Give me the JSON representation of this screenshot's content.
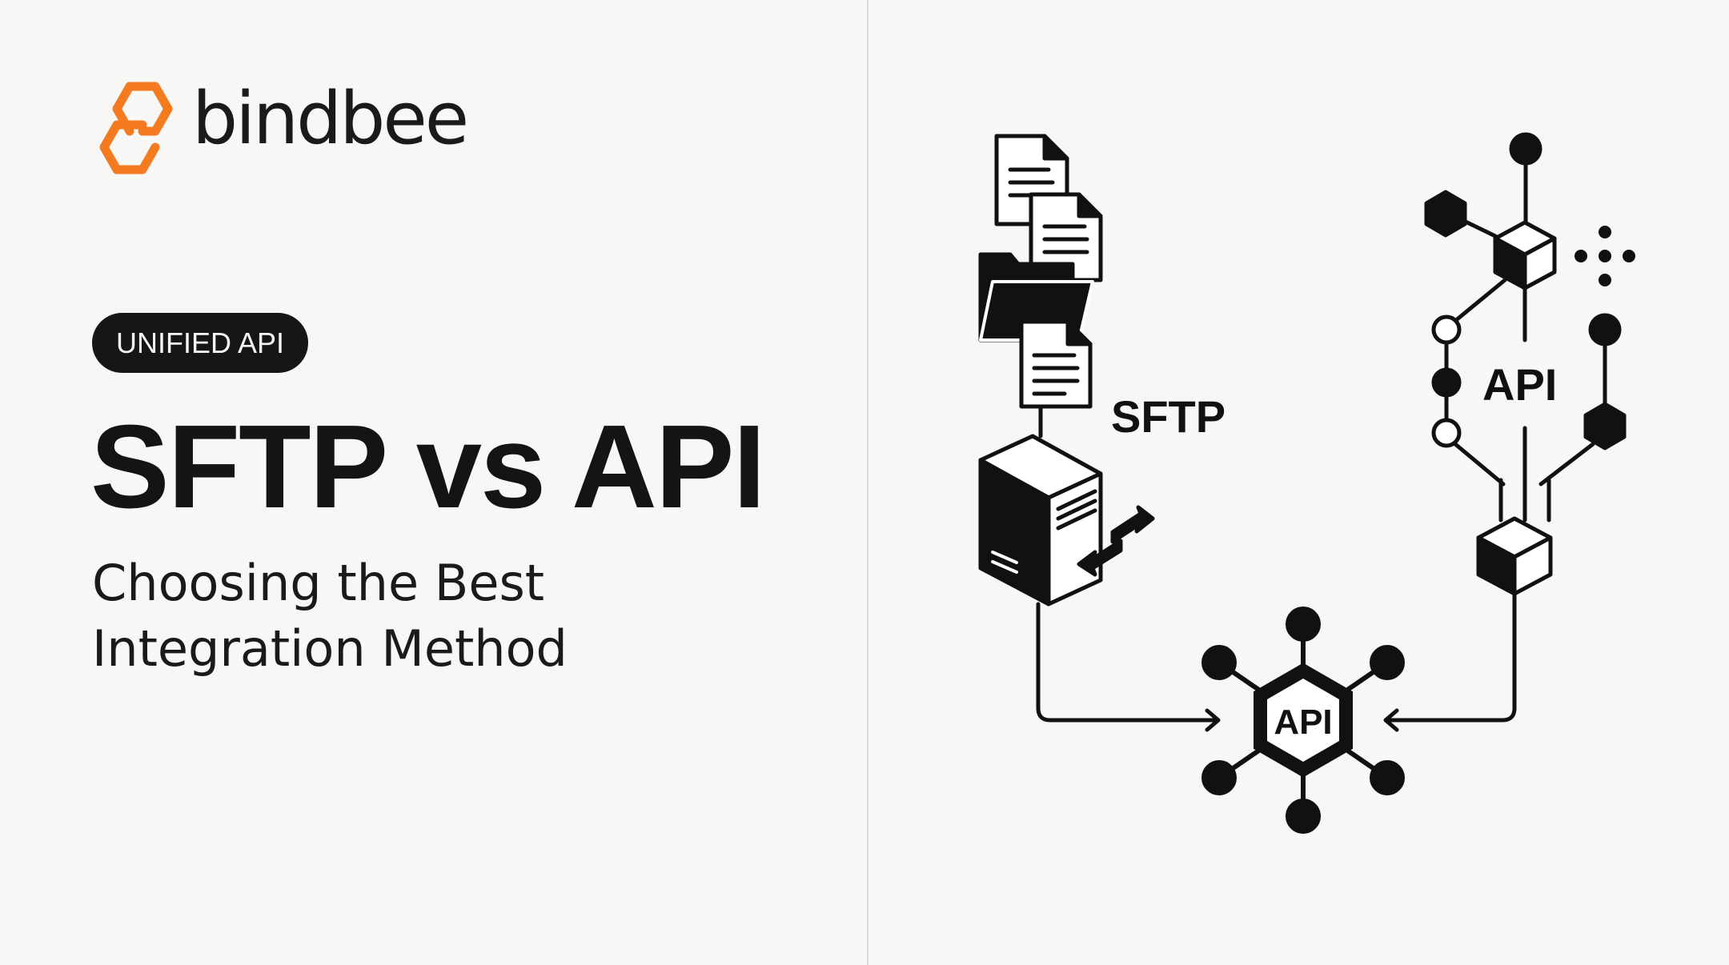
{
  "brand": {
    "name": "bindbee",
    "accent_color": "#f47b20",
    "logo_icon": "hexagon-link-logo-icon"
  },
  "category": "UNIFIED API",
  "title": "SFTP vs API",
  "subtitle": {
    "line1": "Choosing the Best",
    "line2": "Integration Method"
  },
  "illustration": {
    "sftp_label": "SFTP",
    "api_label": "API",
    "hub_label": "API",
    "icons": [
      "document-icon",
      "folder-icon",
      "server-icon",
      "transfer-arrows-icon",
      "cube-icon",
      "hexagon-icon",
      "api-hub-icon",
      "arrow-right-icon",
      "arrow-left-icon"
    ]
  }
}
